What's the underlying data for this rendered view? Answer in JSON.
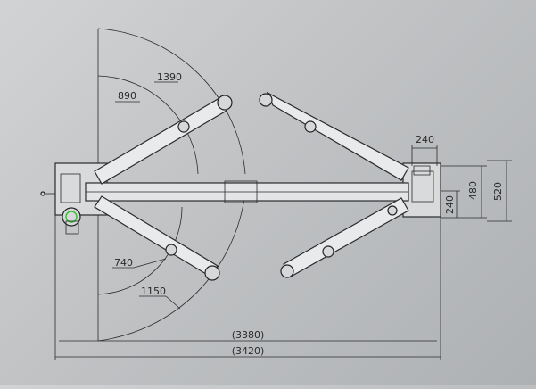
{
  "dimensions": {
    "r_1390": "1390",
    "r_890": "890",
    "r_740": "740",
    "r_1150": "1150",
    "w_3380": "(3380)",
    "w_3420": "(3420)",
    "d_240_top": "240",
    "d_480": "480",
    "d_520": "520",
    "d_240_side": "240"
  },
  "colors": {
    "line": "#2b2b2b",
    "arm_fill": "#e9eaec",
    "accent_green": "#2fbf2f"
  }
}
